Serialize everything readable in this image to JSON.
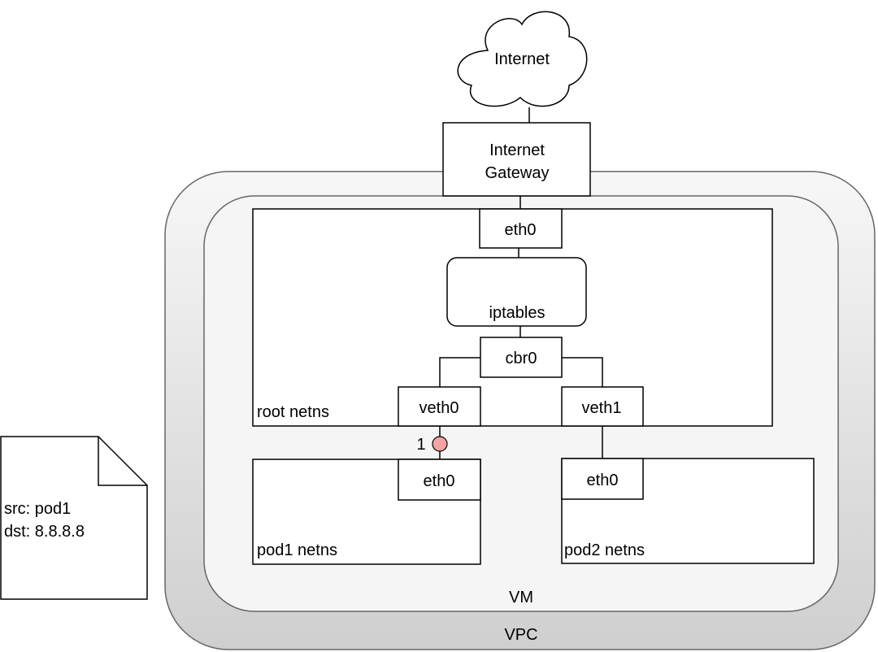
{
  "nodes": {
    "internet": "Internet",
    "gateway_line1": "Internet",
    "gateway_line2": "Gateway",
    "root_eth0": "eth0",
    "iptables": "iptables",
    "cbr0": "cbr0",
    "veth0": "veth0",
    "veth1": "veth1",
    "root_netns": "root netns",
    "pod1_eth0": "eth0",
    "pod2_eth0": "eth0",
    "pod1_netns": "pod1 netns",
    "pod2_netns": "pod2 netns",
    "vm": "VM",
    "vpc": "VPC"
  },
  "packet": {
    "step_number": "1",
    "marker_color": "#f4a3a3",
    "src": "src: pod1",
    "dst": "dst: 8.8.8.8"
  },
  "colors": {
    "vpc_gradient_top": "#f7f7f7",
    "vpc_gradient_bottom": "#cfcfcf",
    "vm_fill": "#f5f5f5",
    "stroke": "#000000"
  }
}
